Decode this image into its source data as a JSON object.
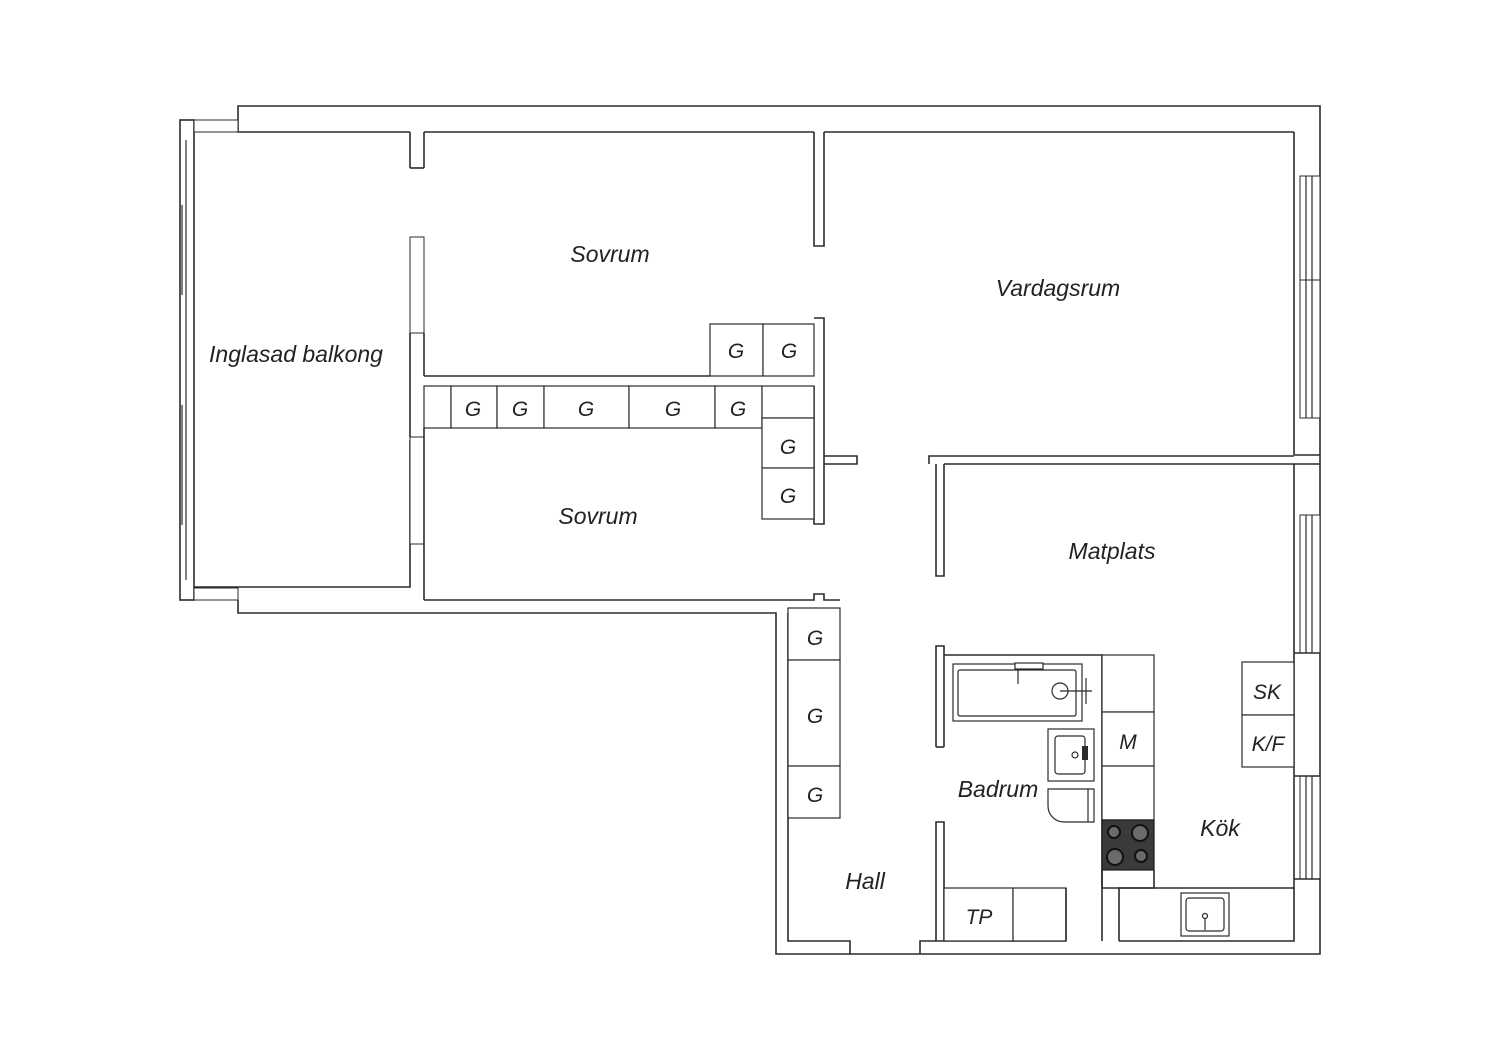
{
  "rooms": {
    "balcony": "Inglasad balkong",
    "bedroom_top": "Sovrum",
    "bedroom_bottom": "Sovrum",
    "living_room": "Vardagsrum",
    "dining": "Matplats",
    "bathroom": "Badrum",
    "kitchen": "Kök",
    "hall": "Hall"
  },
  "fixtures": {
    "wardrobe": "G",
    "freezer": "SK",
    "fridge_freezer": "K/F",
    "microwave": "M",
    "dryer": "TP"
  }
}
